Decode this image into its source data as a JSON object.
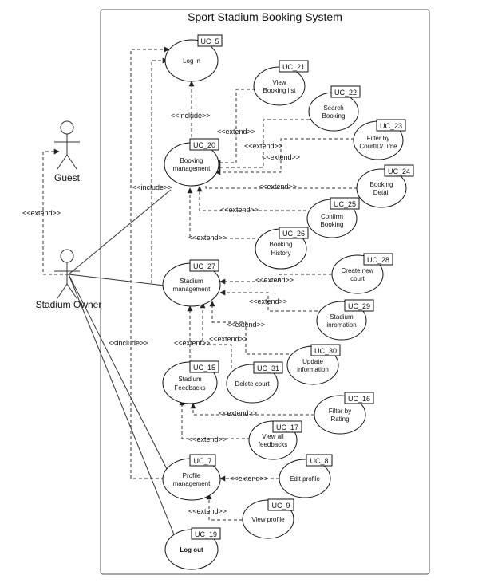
{
  "system": {
    "title": "Sport Stadium Booking System"
  },
  "actors": [
    {
      "id": "guest",
      "name": "Guest"
    },
    {
      "id": "owner",
      "name": "Stadium Owner"
    }
  ],
  "use_cases": [
    {
      "id": "uc5",
      "code": "UC_5",
      "lines": [
        "Log in"
      ]
    },
    {
      "id": "uc21",
      "code": "UC_21",
      "lines": [
        "View",
        "Booking list"
      ]
    },
    {
      "id": "uc22",
      "code": "UC_22",
      "lines": [
        "Search",
        "Booking"
      ]
    },
    {
      "id": "uc23",
      "code": "UC_23",
      "lines": [
        "Filter by",
        "CourtID/Time"
      ]
    },
    {
      "id": "uc20",
      "code": "UC_20",
      "lines": [
        "Booking",
        "management"
      ]
    },
    {
      "id": "uc24",
      "code": "UC_24",
      "lines": [
        "Booking",
        "Detail"
      ]
    },
    {
      "id": "uc25",
      "code": "UC_25",
      "lines": [
        "Confirm",
        "Booking"
      ]
    },
    {
      "id": "uc26",
      "code": "UC_26",
      "lines": [
        "Booking",
        "History"
      ]
    },
    {
      "id": "uc27",
      "code": "UC_27",
      "lines": [
        "Stadium",
        "management"
      ]
    },
    {
      "id": "uc28",
      "code": "UC_28",
      "lines": [
        "Create new",
        "court"
      ]
    },
    {
      "id": "uc29",
      "code": "UC_29",
      "lines": [
        "Stadium",
        "inromation"
      ]
    },
    {
      "id": "uc30",
      "code": "UC_30",
      "lines": [
        "Update",
        "information"
      ]
    },
    {
      "id": "uc15",
      "code": "UC_15",
      "lines": [
        "Stadium",
        "Feedbacks"
      ]
    },
    {
      "id": "uc31",
      "code": "UC_31",
      "lines": [
        "Delete court"
      ]
    },
    {
      "id": "uc16",
      "code": "UC_16",
      "lines": [
        "Filter by",
        "Rating"
      ]
    },
    {
      "id": "uc17",
      "code": "UC_17",
      "lines": [
        "View all",
        "feedbacks"
      ]
    },
    {
      "id": "uc7",
      "code": "UC_7",
      "lines": [
        "Profile",
        "management"
      ]
    },
    {
      "id": "uc8",
      "code": "UC_8",
      "lines": [
        "Edit profile"
      ]
    },
    {
      "id": "uc9",
      "code": "UC_9",
      "lines": [
        "View profile"
      ]
    },
    {
      "id": "uc19",
      "code": "UC_19",
      "lines": [
        "Log out"
      ]
    }
  ],
  "relations": [
    {
      "id": "r-guest-extend",
      "label": "<<extend>>"
    },
    {
      "id": "r-bm-include",
      "label": "<<include>>"
    },
    {
      "id": "r-owner-include-1",
      "label": "<<include>>"
    },
    {
      "id": "r-owner-include-2",
      "label": "<<include>>"
    },
    {
      "id": "r-21",
      "label": "<<extend>>"
    },
    {
      "id": "r-22",
      "label": "<<extend>>"
    },
    {
      "id": "r-23",
      "label": "<<extend>>"
    },
    {
      "id": "r-24",
      "label": "<<extend>>"
    },
    {
      "id": "r-25",
      "label": "<<extend>>"
    },
    {
      "id": "r-26",
      "label": "<<extend>>"
    },
    {
      "id": "r-28",
      "label": "<<extend>>"
    },
    {
      "id": "r-29",
      "label": "<<extend>>"
    },
    {
      "id": "r-30",
      "label": "<<extend>>"
    },
    {
      "id": "r-31",
      "label": "<<extend>>"
    },
    {
      "id": "r-15",
      "label": "<<extenf>>"
    },
    {
      "id": "r-16",
      "label": "<<extend>>"
    },
    {
      "id": "r-17",
      "label": "<<extend>>"
    },
    {
      "id": "r-8",
      "label": "<<extend>>"
    },
    {
      "id": "r-9",
      "label": "<<extend>>"
    }
  ]
}
